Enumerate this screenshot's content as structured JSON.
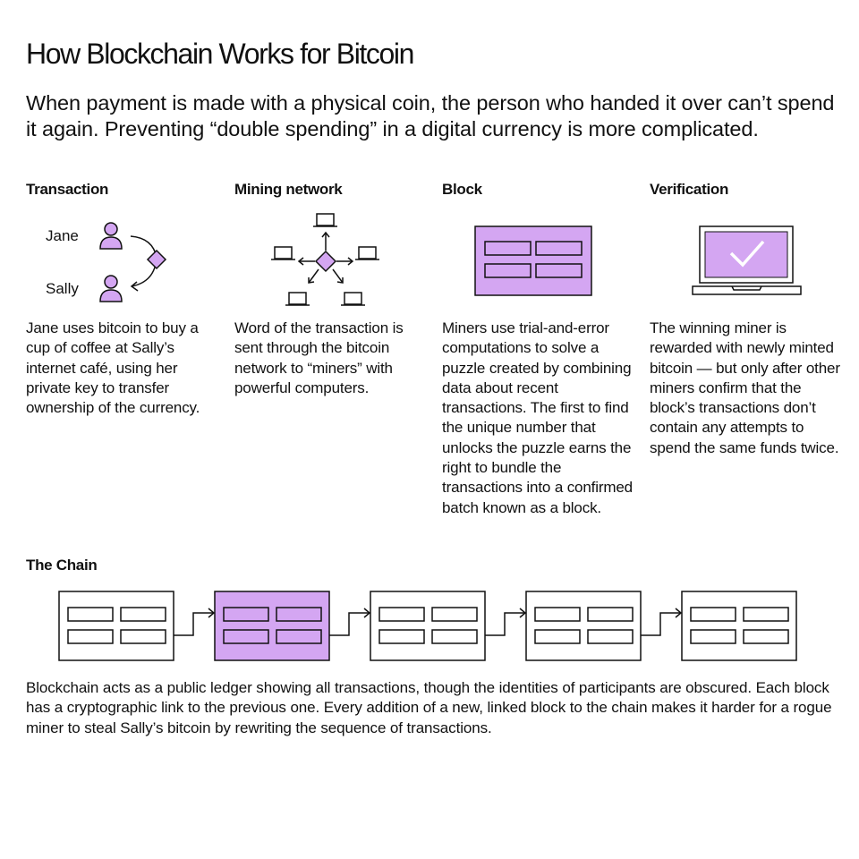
{
  "title": "How Blockchain Works for Bitcoin",
  "intro": "When payment is made with a physical coin, the person who handed it over can’t spend it again. Preventing “double spending” in a digital currency is more complicated.",
  "colors": {
    "accent": "#d4a6f2",
    "stroke": "#111111",
    "background": "#ffffff"
  },
  "steps": [
    {
      "heading": "Transaction",
      "body": "Jane uses bitcoin to buy a cup of coffee at Sally’s internet café, using her private key to transfer ownership of the currency.",
      "labels": {
        "sender": "Jane",
        "receiver": "Sally"
      },
      "icon": "two-users-exchange-icon"
    },
    {
      "heading": "Mining network",
      "body": "Word of the transaction is sent through the bitcoin network to “miners” with powerful computers.",
      "icon": "network-broadcast-icon"
    },
    {
      "heading": "Block",
      "body": "Miners use trial-and-error computations to solve a puzzle created by combining data about recent transactions. The first to find the unique number that unlocks the puzzle earns the right to bundle the transactions into a confirmed batch known as a block.",
      "icon": "block-icon"
    },
    {
      "heading": "Verification",
      "body": "The winning miner is rewarded with newly minted bitcoin — but only after other miners confirm that the block’s transactions don’t contain any attempts to spend the same funds twice.",
      "icon": "laptop-checkmark-icon"
    }
  ],
  "chain": {
    "heading": "The Chain",
    "blocks": 5,
    "highlighted_block": 2
  },
  "footer": "Blockchain acts as a public ledger showing all transactions, though the identities of participants are obscured. Each block has a cryptographic link to the previous one. Every addition of a new, linked block to the chain makes it harder for a rogue miner to steal Sally’s bitcoin by rewriting the sequence of transactions."
}
